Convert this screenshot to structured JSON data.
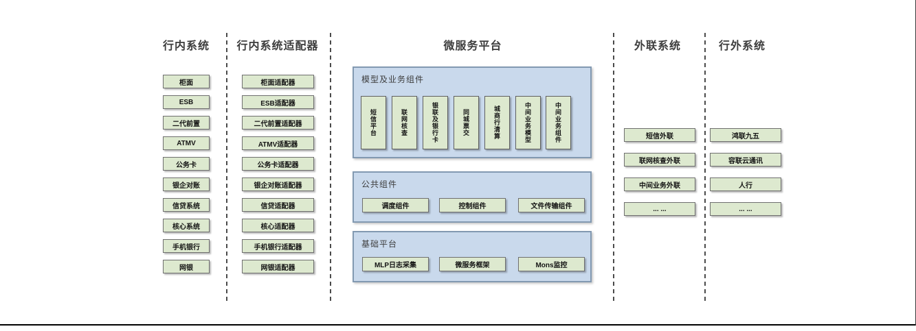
{
  "headers": {
    "internal_systems": "行内系统",
    "internal_adapters": "行内系统适配器",
    "microservice_platform": "微服务平台",
    "external_link_systems": "外联系统",
    "outside_systems": "行外系统"
  },
  "internal": {
    "boxes": [
      "柜面",
      "ESB",
      "二代前置",
      "ATMV",
      "公务卡",
      "银企对账",
      "信贷系统",
      "核心系统",
      "手机银行",
      "网银"
    ]
  },
  "adapters": {
    "boxes": [
      "柜面适配器",
      "ESB适配器",
      "二代前置适配器",
      "ATMV适配器",
      "公务卡适配器",
      "银企对账适配器",
      "信贷适配器",
      "核心适配器",
      "手机银行适配器",
      "网银适配器"
    ]
  },
  "platform": {
    "model_section": {
      "label": "模型及业务组件",
      "boxes": [
        "短信平台",
        "联网核查",
        "银联及银行卡",
        "同城票交",
        "城商行清算",
        "中间业务模型",
        "中间业务组件"
      ]
    },
    "public_section": {
      "label": "公共组件",
      "boxes": [
        "调度组件",
        "控制组件",
        "文件传输组件"
      ]
    },
    "base_section": {
      "label": "基础平台",
      "boxes": [
        "MLP日志采集",
        "微服务框架",
        "Mons监控"
      ]
    }
  },
  "external": {
    "boxes": [
      "短信外联",
      "联网核查外联",
      "中间业务外联",
      "... ..."
    ]
  },
  "outside": {
    "boxes": [
      "鸿联九五",
      "容联云通讯",
      "人行",
      "... ..."
    ]
  },
  "colors": {
    "green_fill": "#dde9cf",
    "green_border": "#6e6e6e",
    "blue_fill": "#c9d9ec",
    "blue_border": "#8299b1",
    "dash_line": "#4a4a4a"
  }
}
